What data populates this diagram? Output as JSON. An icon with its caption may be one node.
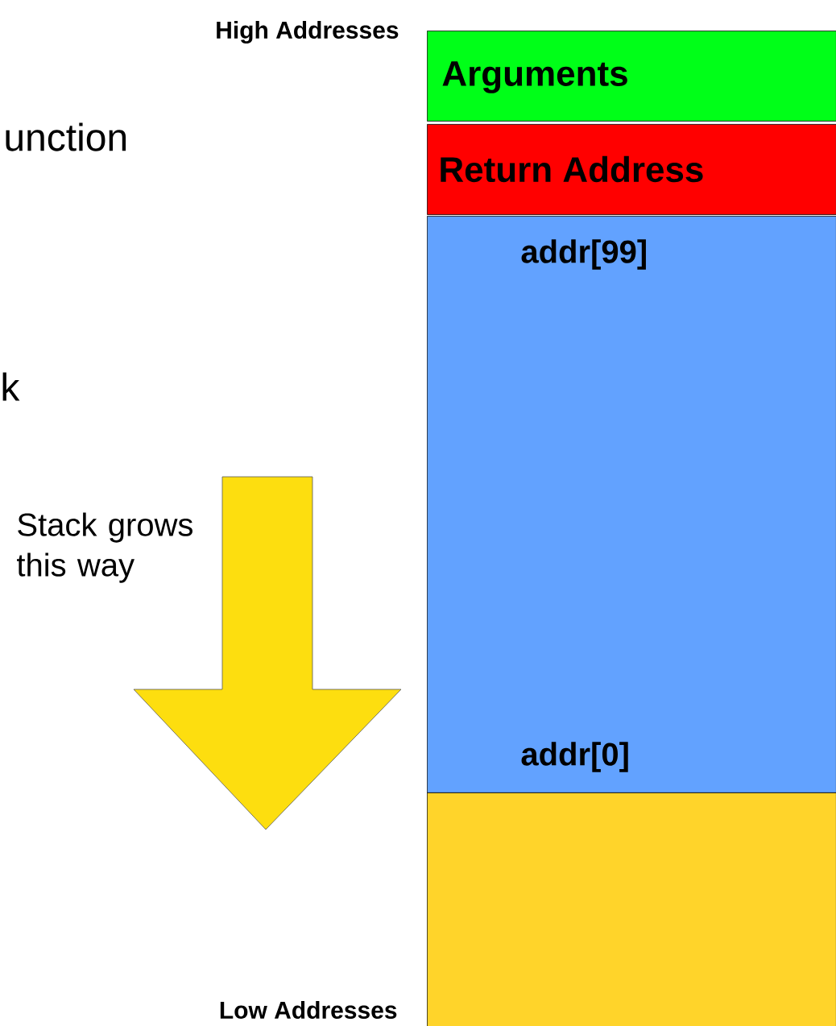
{
  "diagram": {
    "nodes": [
      {
        "text": [
          "Arguments"
        ]
      },
      {
        "text": [
          "Return Address"
        ]
      },
      {
        "text": [
          "addr[99]",
          "addr[0]"
        ]
      },
      {
        "text": [],
        "shape": "box"
      }
    ],
    "labels": [
      "High Addresses",
      "unction",
      "k",
      "Stack grows this way",
      "Low Addresses"
    ]
  }
}
